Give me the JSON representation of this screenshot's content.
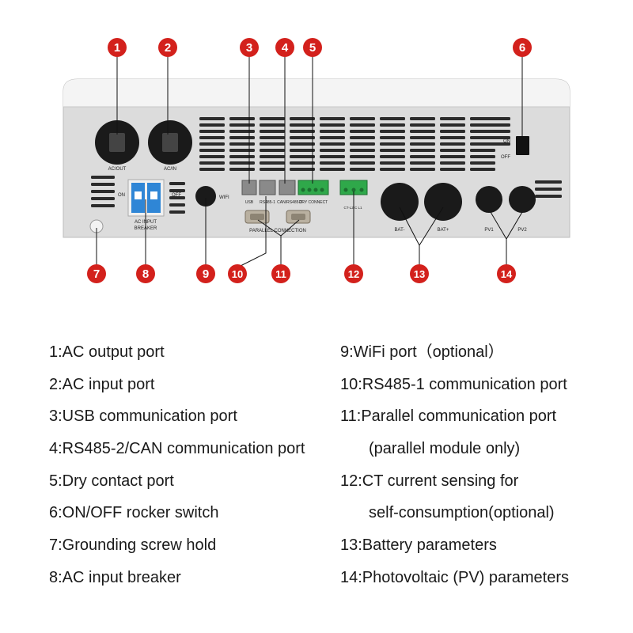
{
  "badges": [
    "1",
    "2",
    "3",
    "4",
    "5",
    "6",
    "7",
    "8",
    "9",
    "10",
    "11",
    "12",
    "13",
    "14"
  ],
  "colors": {
    "badge": "#d3211c",
    "panel": "#dcdcdc",
    "panel_top": "#f4f4f4",
    "port": "#1a1a1a",
    "terminal": "#2fa84a",
    "breaker": "#2f86d6"
  },
  "panel_labels": {
    "ac_out": "AC/OUT",
    "ac_in": "AC/IN",
    "on": "ON",
    "off": "OFF",
    "switch_on": "ON",
    "switch_off": "OFF",
    "breaker": "AC INPUT",
    "breaker2": "BREAKER",
    "wifi": "WIFI",
    "usb": "USB",
    "rs485_1": "RS485-1",
    "can_rs485_2": "CAN/RS485-2",
    "dry_connect": "DRY CONNECT",
    "parallel": "PARALLEL CONNECTION",
    "ct_labels": "CT-L2 C L1",
    "bat_minus": "BAT-",
    "bat_plus": "BAT+",
    "pv1": "PV1",
    "pv2": "PV2"
  },
  "legend_left": [
    "1:AC output port",
    "2:AC input port",
    "3:USB communication port",
    "4:RS485-2/CAN communication port",
    "5:Dry contact port",
    "6:ON/OFF rocker switch",
    "7:Grounding screw hold",
    "8:AC input breaker"
  ],
  "legend_right": [
    "9:WiFi port（optional）",
    "10:RS485-1 communication port",
    "11:Parallel communication port",
    "(parallel module only)",
    "12:CT current sensing for",
    "self-consumption(optional)",
    "13:Battery parameters",
    "14:Photovoltaic (PV) parameters"
  ]
}
